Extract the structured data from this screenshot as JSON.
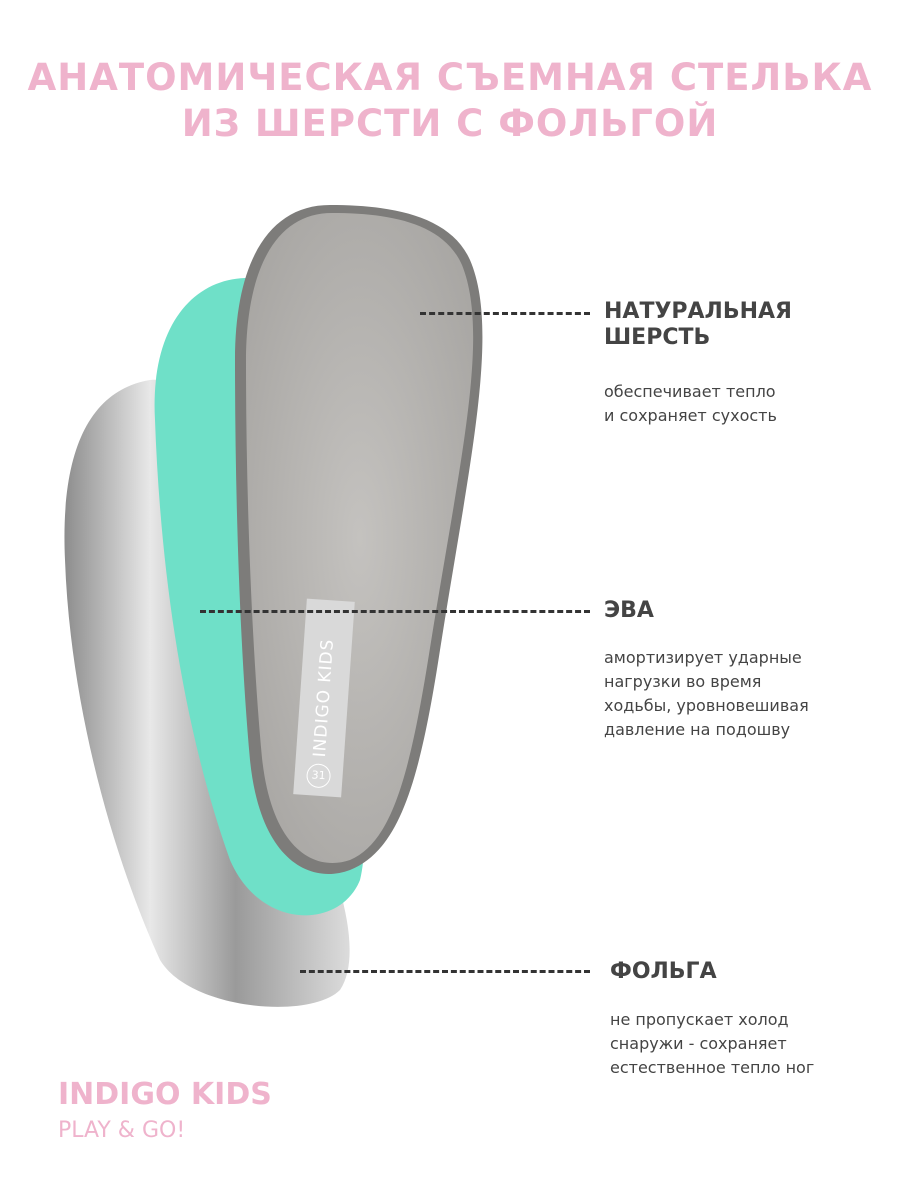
{
  "title": {
    "line1": "АНАТОМИЧЕСКАЯ СЪЕМНАЯ СТЕЛЬКА",
    "line2": "ИЗ ШЕРСТИ С ФОЛЬГОЙ"
  },
  "layers": [
    {
      "heading_line1": "НАТУРАЛЬНАЯ",
      "heading_line2": "ШЕРСТЬ",
      "description": [
        "обеспечивает тепло",
        "и сохраняет сухость"
      ]
    },
    {
      "heading_line1": "ЭВА",
      "description": [
        "амортизирует ударные",
        "нагрузки во время",
        "ходьбы, уровновешивая",
        "давление на подошву"
      ]
    },
    {
      "heading_line1": "ФОЛЬГА",
      "description": [
        "не пропускает холод",
        "снаружи - сохраняет",
        "естественное тепло ног"
      ]
    }
  ],
  "insole_tag": {
    "brand": "INDIGO KIDS",
    "size": "31"
  },
  "brand": {
    "name": "INDIGO KIDS",
    "slogan": "PLAY & GO!"
  },
  "colors": {
    "accent": "#efb3cc",
    "text": "#444444",
    "teal": "#6fe0c8",
    "wool": "#b5b3b0",
    "foil": "#c8c8c8"
  }
}
